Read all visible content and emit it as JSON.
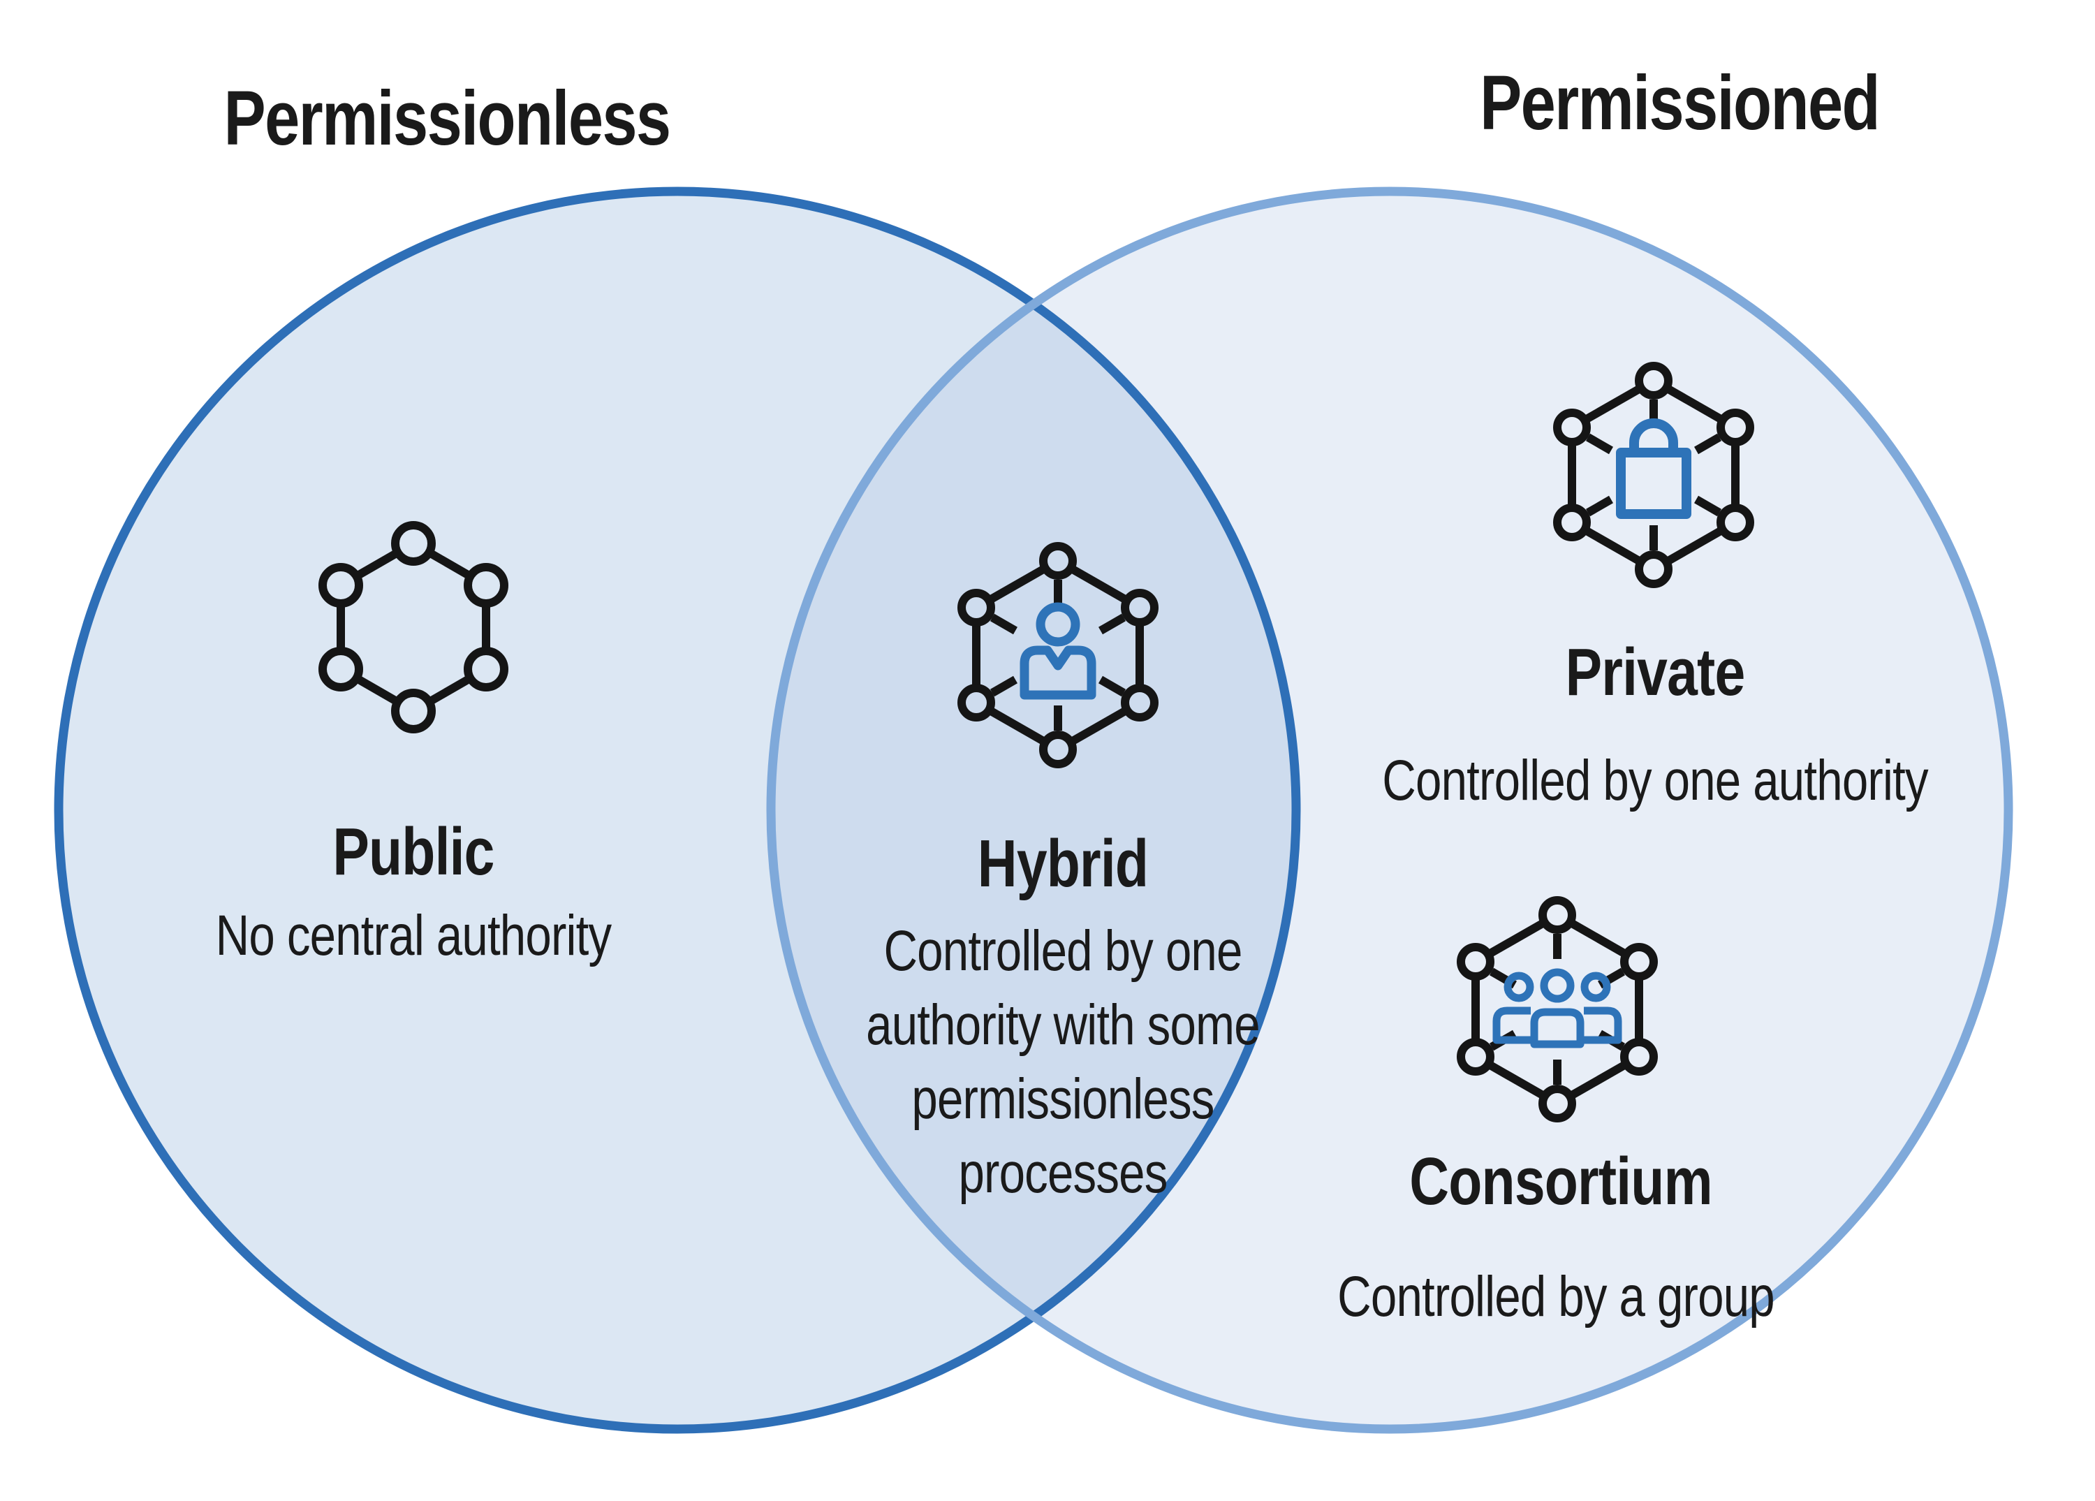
{
  "diagram": {
    "type": "venn",
    "left_label": "Permissionless",
    "right_label": "Permissioned",
    "regions": {
      "public": {
        "area": "left-only",
        "title": "Public",
        "subtitle": "No central authority",
        "icon": "network-hexagon-icon"
      },
      "hybrid": {
        "area": "overlap",
        "title": "Hybrid",
        "subtitle": "Controlled by one authority with some permissionless processes",
        "icon": "network-person-icon"
      },
      "private": {
        "area": "right-only",
        "title": "Private",
        "subtitle": "Controlled by one authority",
        "icon": "network-lock-icon"
      },
      "consortium": {
        "area": "right-only",
        "title": "Consortium",
        "subtitle": "Controlled by a group",
        "icon": "network-group-icon"
      }
    },
    "colors": {
      "left_circle_stroke": "#2e6fb7",
      "left_circle_fill": "#dce7f3",
      "right_circle_stroke": "#7fa9da",
      "right_circle_fill": "#e8eef7",
      "overlap_fill": "#cedcee",
      "icon_black": "#151515",
      "icon_blue": "#2e73b8",
      "text": "#1a1a1a"
    }
  }
}
